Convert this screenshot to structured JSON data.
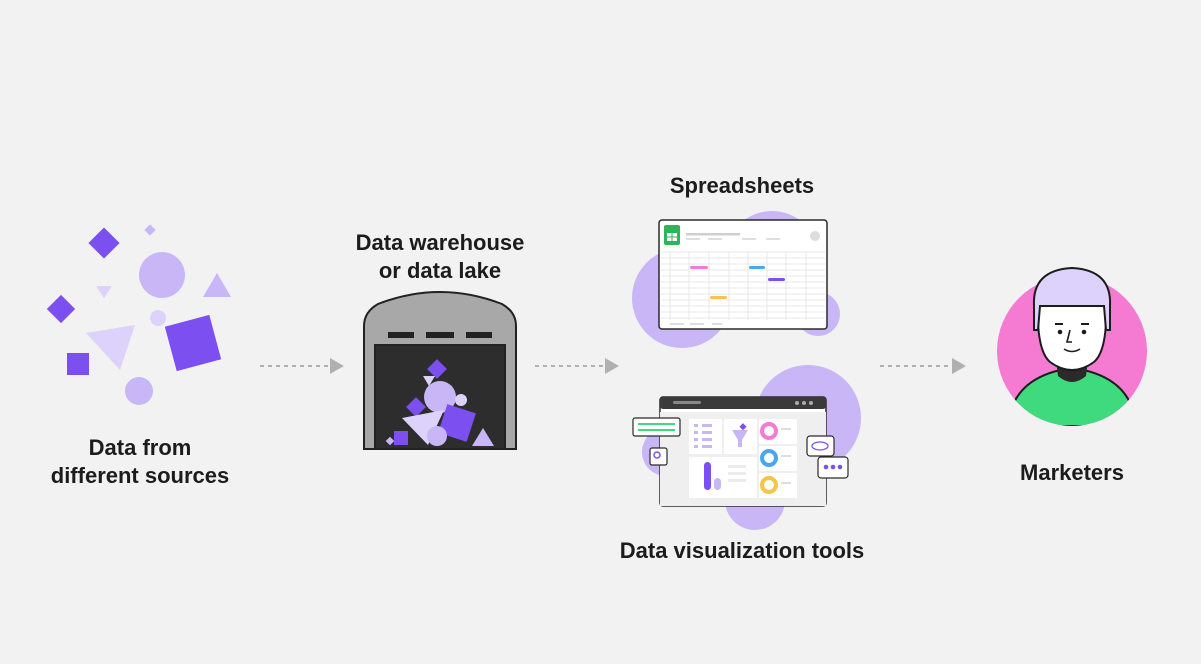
{
  "nodes": {
    "sources": {
      "label": "Data from\ndifferent sources"
    },
    "warehouse": {
      "label": "Data warehouse\nor data lake"
    },
    "spreadsheets": {
      "label": "Spreadsheets"
    },
    "visualization": {
      "label": "Data visualization tools"
    },
    "marketers": {
      "label": "Marketers"
    }
  },
  "colors": {
    "background": "#f2f2f2",
    "purple_dark": "#7b4ff0",
    "purple_mid": "#a07ef6",
    "purple_light": "#c9b6f7",
    "purple_pale": "#ddd2fb",
    "pink": "#f57bd2",
    "green": "#3fd97e",
    "arrow": "#b0b0b0"
  }
}
